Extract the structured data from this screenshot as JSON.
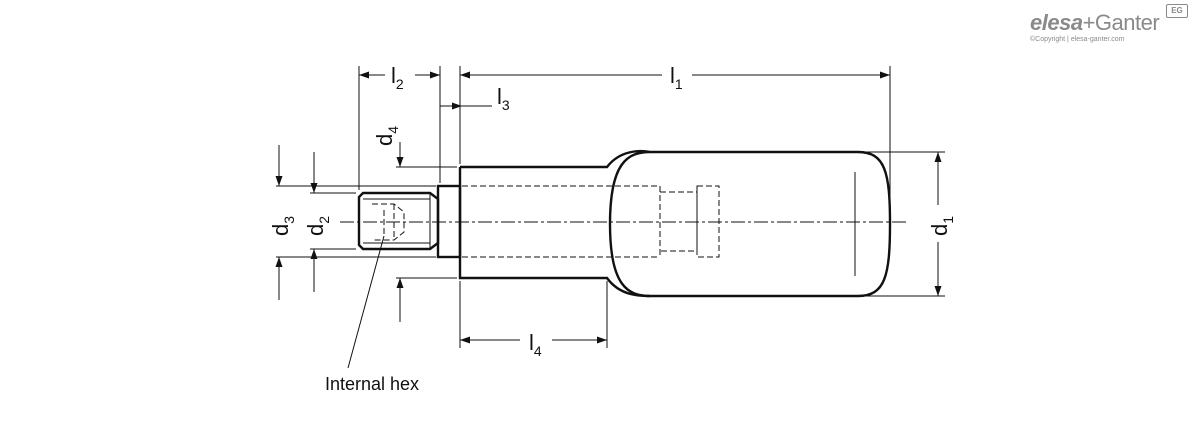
{
  "brand": {
    "name_part1": "elesa",
    "name_part2": "+Ganter",
    "badge": "EG",
    "copyright": "©Copyright | elesa-ganter.com"
  },
  "dimensions": {
    "l1": {
      "base": "l",
      "sub": "1"
    },
    "l2": {
      "base": "l",
      "sub": "2"
    },
    "l3": {
      "base": "l",
      "sub": "3"
    },
    "l4": {
      "base": "l",
      "sub": "4"
    },
    "d1": {
      "base": "d",
      "sub": "1"
    },
    "d2": {
      "base": "d",
      "sub": "2"
    },
    "d3": {
      "base": "d",
      "sub": "3"
    },
    "d4": {
      "base": "d",
      "sub": "4"
    }
  },
  "annotation": {
    "internal_hex": "Internal hex"
  }
}
